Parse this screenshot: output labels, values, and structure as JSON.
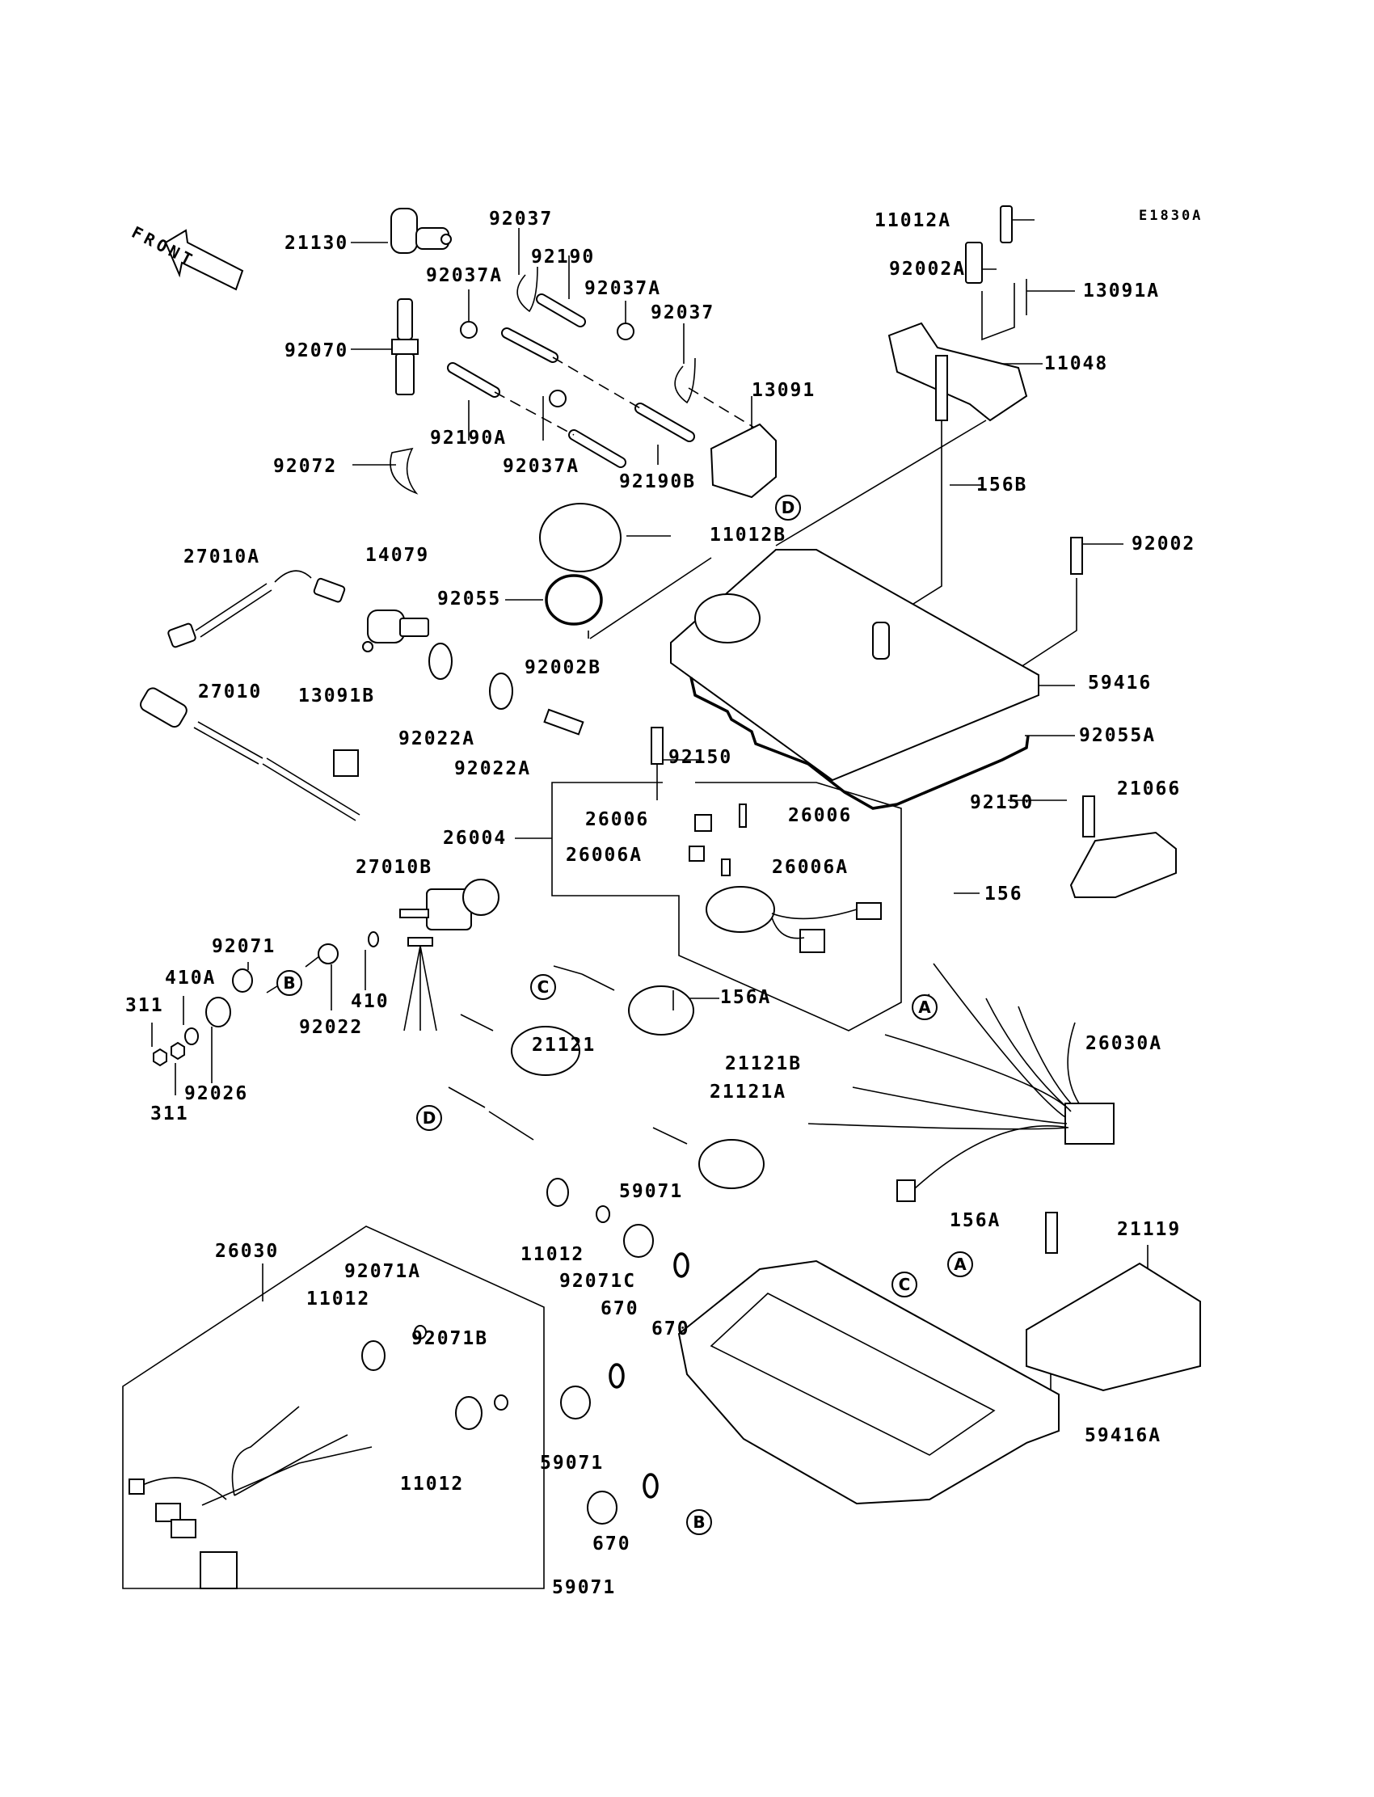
{
  "diagram": {
    "code": "E1830A",
    "front_indicator": "FRONT",
    "callouts": {
      "p21130": "21130",
      "p92037_a": "92037",
      "p92190": "92190",
      "p92037A_1": "92037A",
      "p92037A_2": "92037A",
      "p92037_b": "92037",
      "p92070": "92070",
      "p13091": "13091",
      "p92190A": "92190A",
      "p92037A_3": "92037A",
      "p92190B": "92190B",
      "p92072": "92072",
      "p11012A": "11012A",
      "p92002A": "92002A",
      "p13091A": "13091A",
      "p11048": "11048",
      "p156B": "156B",
      "p92002": "92002",
      "p11012B": "11012B",
      "p27010A": "27010A",
      "p14079": "14079",
      "p92055": "92055",
      "p59416": "59416",
      "p27010": "27010",
      "p13091B": "13091B",
      "p92022A_1": "92022A",
      "p92022A_2": "92022A",
      "p92002B": "92002B",
      "p92055A": "92055A",
      "p92150_1": "92150",
      "p92150_2": "92150",
      "p21066": "21066",
      "p26004": "26004",
      "p26006_1": "26006",
      "p26006_2": "26006",
      "p26006A_1": "26006A",
      "p26006A_2": "26006A",
      "p156": "156",
      "p27010B": "27010B",
      "p92071": "92071",
      "p410A": "410A",
      "p311_1": "311",
      "p311_2": "311",
      "p92022": "92022",
      "p410": "410",
      "p92026": "92026",
      "p156A_1": "156A",
      "p21121": "21121",
      "p21121B": "21121B",
      "p21121A": "21121A",
      "p26030A": "26030A",
      "p59071_1": "59071",
      "p11012_1": "11012",
      "p92071C": "92071C",
      "p670_1": "670",
      "p670_2": "670",
      "p156A_2": "156A",
      "p21119": "21119",
      "p26030": "26030",
      "p92071A": "92071A",
      "p11012_2": "11012",
      "p92071B": "92071B",
      "p11012_3": "11012",
      "p59416A": "59416A",
      "p59071_2": "59071",
      "p670_3": "670",
      "p59071_3": "59071"
    },
    "reference_markers": {
      "A_1": "A",
      "A_2": "A",
      "B_1": "B",
      "B_2": "B",
      "C_1": "C",
      "C_2": "C",
      "D_1": "D",
      "D_2": "D"
    }
  }
}
